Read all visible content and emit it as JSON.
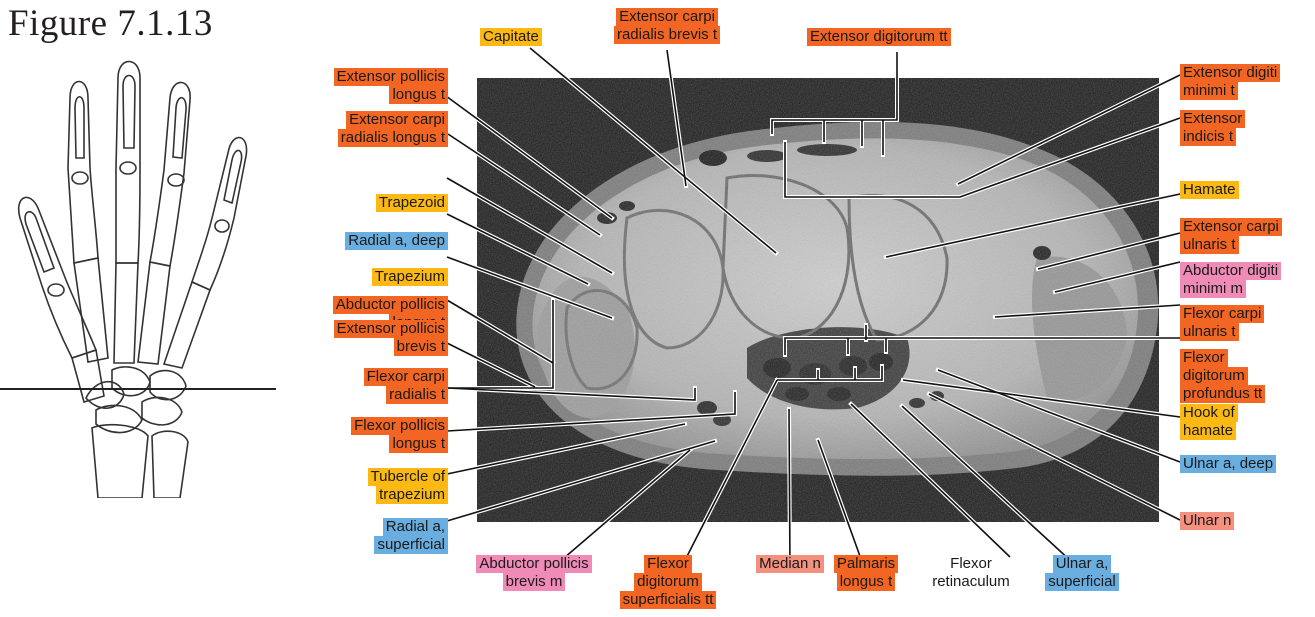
{
  "figure": {
    "title": "Figure 7.1.13"
  },
  "colors": {
    "tendon": "#f26522",
    "bone": "#fcb813",
    "artery": "#6aaedf",
    "muscle": "#f08bb8",
    "nerve": "#f4907e"
  },
  "labels": {
    "capitate": "Capitate",
    "ecrb_1": "Extensor carpi",
    "ecrb_2": "radialis brevis t",
    "ext_digitorum": "Extensor digitorum tt",
    "epl_1": "Extensor pollicis",
    "epl_2": "longus t",
    "ecrl_1": "Extensor carpi",
    "ecrl_2": "radialis longus t",
    "trapezoid": "Trapezoid",
    "radial_deep": "Radial a, deep",
    "trapezium": "Trapezium",
    "apl_1": "Abductor pollicis",
    "apl_2": "longus t",
    "epb_1": "Extensor pollicis",
    "epb_2": "brevis t",
    "fcr_1": "Flexor carpi",
    "fcr_2": "radialis t",
    "fpl_1": "Flexor pollicis",
    "fpl_2": "longus t",
    "tub_1": "Tubercle of",
    "tub_2": "trapezium",
    "radial_sup_1": "Radial a,",
    "radial_sup_2": "superficial",
    "apb_1": "Abductor pollicis",
    "apb_2": "brevis m",
    "fds_1": "Flexor",
    "fds_2": "digitorum",
    "fds_3": "superficialis tt",
    "median": "Median n",
    "pl_1": "Palmaris",
    "pl_2": "longus t",
    "fr_1": "Flexor",
    "fr_2": "retinaculum",
    "ulnar_sup_1": "Ulnar a,",
    "ulnar_sup_2": "superficial",
    "edm_1": "Extensor digiti",
    "edm_2": "minimi t",
    "ei_1": "Extensor",
    "ei_2": "indicis t",
    "hamate": "Hamate",
    "ecu_1": "Extensor carpi",
    "ecu_2": "ulnaris t",
    "adm_1": "Abductor digiti",
    "adm_2": "minimi m",
    "fcu_1": "Flexor carpi",
    "fcu_2": "ulnaris t",
    "fdp_1": "Flexor",
    "fdp_2": "digitorum",
    "fdp_3": "profundus tt",
    "hook_1": "Hook of",
    "hook_2": "hamate",
    "ulnar_deep": "Ulnar a, deep",
    "ulnar_n": "Ulnar n"
  }
}
